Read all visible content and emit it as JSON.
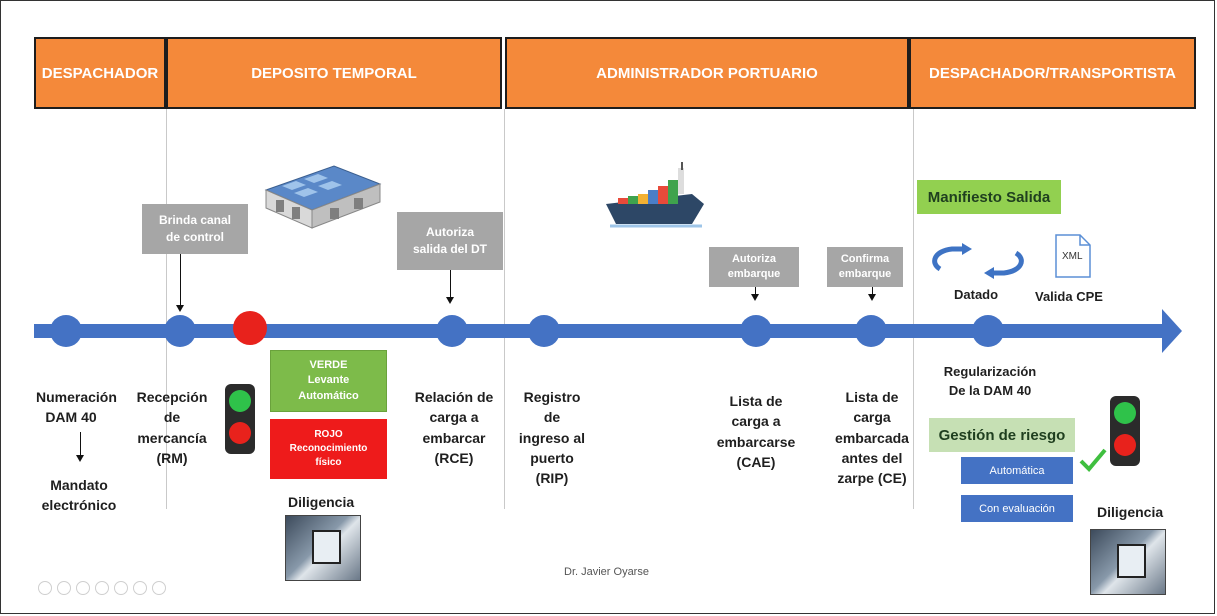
{
  "headers": {
    "despachador": "DESPACHADOR",
    "deposito": "DEPOSITO TEMPORAL",
    "administrador": "ADMINISTRADOR PORTUARIO",
    "despachador_transportista": "DESPACHADOR/TRANSPORTISTA"
  },
  "tags": {
    "brinda_l1": "Brinda canal",
    "brinda_l2": "de control",
    "autoriza_dt_l1": "Autoriza",
    "autoriza_dt_l2": "salida del DT",
    "autoriza_emb_l1": "Autoriza",
    "autoriza_emb_l2": "embarque",
    "confirma_l1": "Confirma",
    "confirma_l2": "embarque"
  },
  "labels": {
    "numeracion_l1": "Numeración",
    "numeracion_l2": "DAM 40",
    "mandato_l1": "Mandato",
    "mandato_l2": "electrónico",
    "recepcion_l1": "Recepción",
    "recepcion_l2": "de",
    "recepcion_l3": "mercancía",
    "recepcion_l4": "(RM)",
    "relacion_l1": "Relación de",
    "relacion_l2": "carga a",
    "relacion_l3": "embarcar",
    "relacion_l4": "(RCE)",
    "registro_l1": "Registro",
    "registro_l2": "de",
    "registro_l3": "ingreso al",
    "registro_l4": "puerto",
    "registro_l5": "(RIP)",
    "lista_cae_l1": "Lista de",
    "lista_cae_l2": "carga a",
    "lista_cae_l3": "embarcarse",
    "lista_cae_l4": "(CAE)",
    "lista_ce_l1": "Lista de",
    "lista_ce_l2": "carga",
    "lista_ce_l3": "embarcada",
    "lista_ce_l4": "antes del",
    "lista_ce_l5": "zarpe (CE)",
    "regularizacion_l1": "Regularización",
    "regularizacion_l2": "De la DAM 40",
    "diligencia_left": "Diligencia",
    "diligencia_right": "Diligencia",
    "datado": "Datado",
    "valida_cpe": "Valida CPE",
    "xml": "XML"
  },
  "canal": {
    "verde_l1": "VERDE",
    "verde_l2": "Levante",
    "verde_l3": "Automático",
    "rojo_l1": "ROJO",
    "rojo_l2": "Reconocimiento",
    "rojo_l3": "físico"
  },
  "banners": {
    "manifiesto": "Manifiesto Salida",
    "gestion": "Gestión de riesgo"
  },
  "buttons": {
    "automatica": "Automática",
    "evaluacion": "Con evaluación"
  },
  "footer": "Dr. Javier Oyarse",
  "colors": {
    "header": "#f4893a",
    "timeline": "#4472c4",
    "red_node": "#e8221c",
    "green_box": "#7dbb4a",
    "red_box": "#ee1b1b",
    "banner": "#92d050"
  },
  "icons": [
    "warehouse-icon",
    "ship-icon",
    "cycle-arrows-icon",
    "xml-file-icon",
    "traffic-light-icon",
    "checkmark-icon",
    "down-arrow-icon"
  ]
}
